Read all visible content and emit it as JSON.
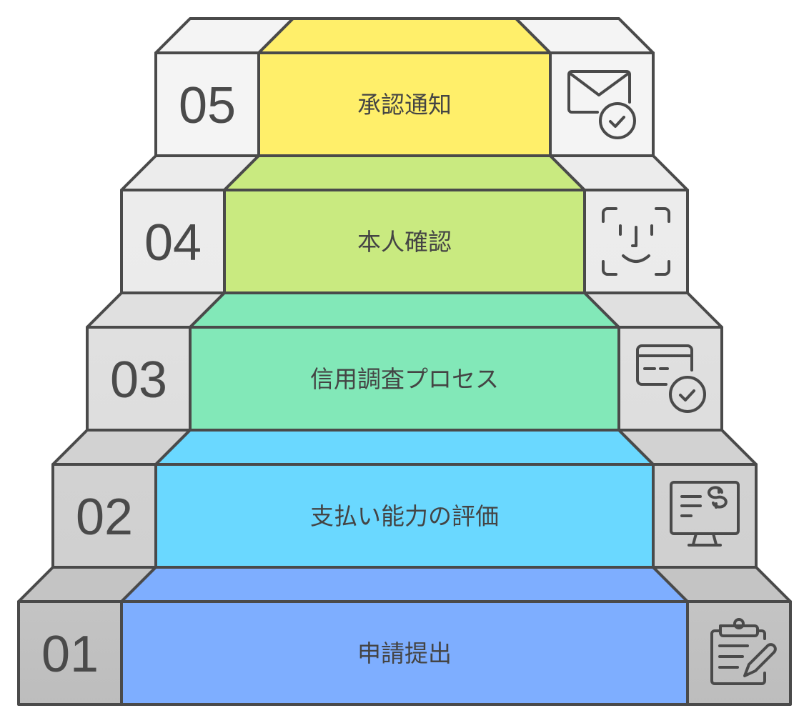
{
  "steps": [
    {
      "number": "01",
      "label": "申請提出",
      "color": "#7eaeff",
      "side_color": "#bdbdbd",
      "side_top": "#c4c4c4",
      "icon": "clipboard-pencil-icon"
    },
    {
      "number": "02",
      "label": "支払い能力の評価",
      "color": "#6ad8ff",
      "side_color": "#d0d0d0",
      "side_top": "#d2d2d2",
      "icon": "monitor-dollar-icon"
    },
    {
      "number": "03",
      "label": "信用調査プロセス",
      "color": "#82e8b8",
      "side_color": "#dedede",
      "side_top": "#e0e0e0",
      "icon": "credit-card-check-icon"
    },
    {
      "number": "04",
      "label": "本人確認",
      "color": "#c9ea80",
      "side_color": "#ebebeb",
      "side_top": "#ececec",
      "icon": "face-id-icon"
    },
    {
      "number": "05",
      "label": "承認通知",
      "color": "#ffef6a",
      "side_color": "#f4f4f4",
      "side_top": "#f4f4f4",
      "icon": "envelope-check-icon"
    }
  ]
}
